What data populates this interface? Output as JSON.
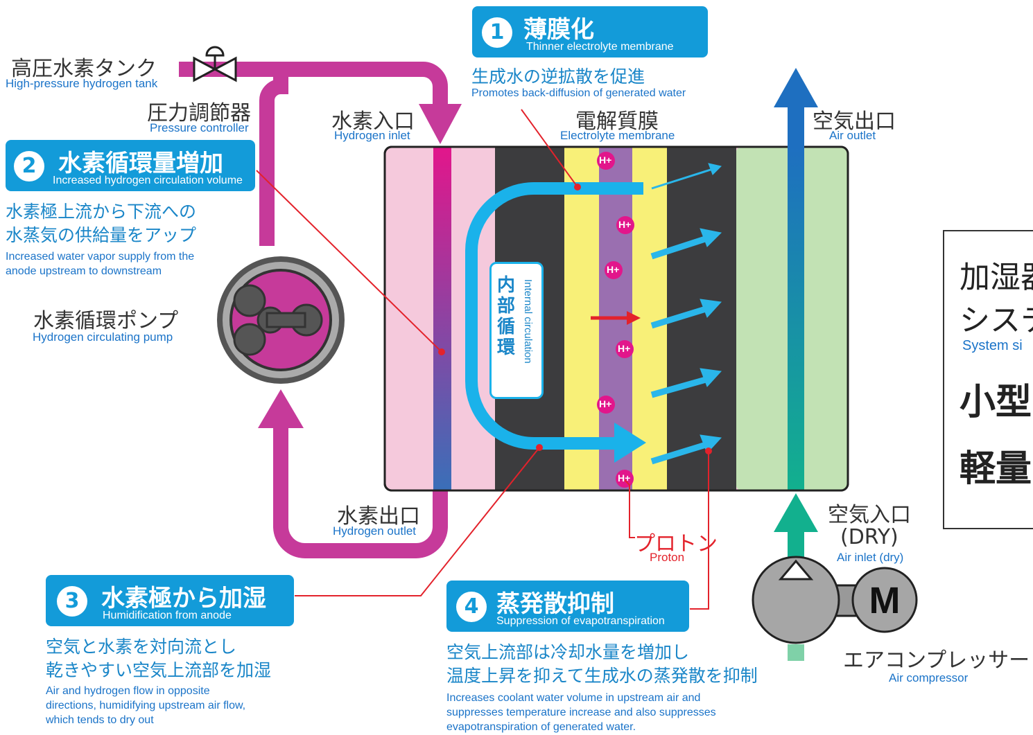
{
  "labels": {
    "tank_jp": "高圧水素タンク",
    "tank_en": "High-pressure hydrogen tank",
    "pressure_jp": "圧力調節器",
    "pressure_en": "Pressure controller",
    "h2_inlet_jp": "水素入口",
    "h2_inlet_en": "Hydrogen inlet",
    "membrane_jp": "電解質膜",
    "membrane_en": "Electrolyte membrane",
    "air_outlet_jp": "空気出口",
    "air_outlet_en": "Air outlet",
    "pump_jp": "水素循環ポンプ",
    "pump_en": "Hydrogen circulating pump",
    "h2_outlet_jp": "水素出口",
    "h2_outlet_en": "Hydrogen outlet",
    "proton_jp": "プロトン",
    "proton_en": "Proton",
    "air_inlet_jp": "空気入口",
    "air_inlet_dry": "(DRY)",
    "air_inlet_en": "Air inlet (dry)",
    "compressor_jp": "エアコンプレッサー",
    "compressor_en": "Air compressor",
    "compressor_symbol": "M",
    "internal_jp": "内部循環",
    "internal_en": "Internal circulation",
    "proton_symbol": "H+"
  },
  "points": [
    {
      "num": "1",
      "title_jp": "薄膜化",
      "title_en": "Thinner electrolyte membrane",
      "desc_jp": "生成水の逆拡散を促進",
      "desc_en": "Promotes back-diffusion of generated water"
    },
    {
      "num": "2",
      "title_jp": "水素循環量増加",
      "title_en": "Increased hydrogen circulation volume",
      "desc_jp_1": "水素極上流から下流への",
      "desc_jp_2": "水蒸気の供給量をアップ",
      "desc_en_1": "Increased water vapor supply from the",
      "desc_en_2": "anode upstream to downstream"
    },
    {
      "num": "3",
      "title_jp": "水素極から加湿",
      "title_en": "Humidification from anode",
      "desc_jp_1": "空気と水素を対向流とし",
      "desc_jp_2": "乾きやすい空気上流部を加湿",
      "desc_en_1": "Air and hydrogen flow in opposite",
      "desc_en_2": "directions, humidifying upstream air flow,",
      "desc_en_3": "which tends to dry out"
    },
    {
      "num": "4",
      "title_jp": "蒸発散抑制",
      "title_en": "Suppression of evapotranspiration",
      "desc_jp_1": "空気上流部は冷却水量を増加し",
      "desc_jp_2": "温度上昇を抑えて生成水の蒸発散を抑制",
      "desc_en_1": "Increases coolant water volume in upstream air and",
      "desc_en_2": "suppresses temperature increase and also suppresses",
      "desc_en_3": "evapotranspiration of generated water."
    }
  ],
  "side_panel": {
    "line1": "加湿器",
    "line2": "システム",
    "line3": "System si",
    "line4": "小型",
    "line5": "軽量"
  },
  "colors": {
    "magenta": "#c63a9a",
    "blue": "#139bd9",
    "red": "#e3222b",
    "teal": "#12b08e",
    "dark": "#3c3c3e"
  }
}
